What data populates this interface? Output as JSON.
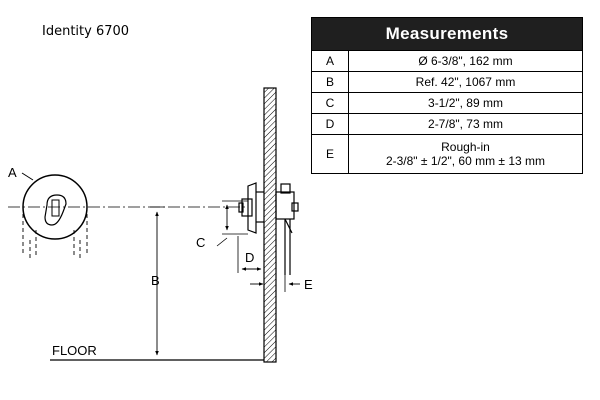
{
  "title": "Identity 6700",
  "table": {
    "header": "Measurements",
    "rows": [
      {
        "key": "A",
        "value": "Ø 6-3/8\", 162 mm"
      },
      {
        "key": "B",
        "value": "Ref. 42\", 1067 mm"
      },
      {
        "key": "C",
        "value": "3-1/2\", 89 mm"
      },
      {
        "key": "D",
        "value": "2-7/8\", 73 mm"
      },
      {
        "key": "E",
        "value_line1": "Rough-in",
        "value_line2": "2-3/8\" ± 1/2\", 60 mm ± 13 mm"
      }
    ]
  },
  "labels": {
    "a": "A",
    "b": "B",
    "c": "C",
    "d": "D",
    "e": "E",
    "floor": "FLOOR"
  }
}
